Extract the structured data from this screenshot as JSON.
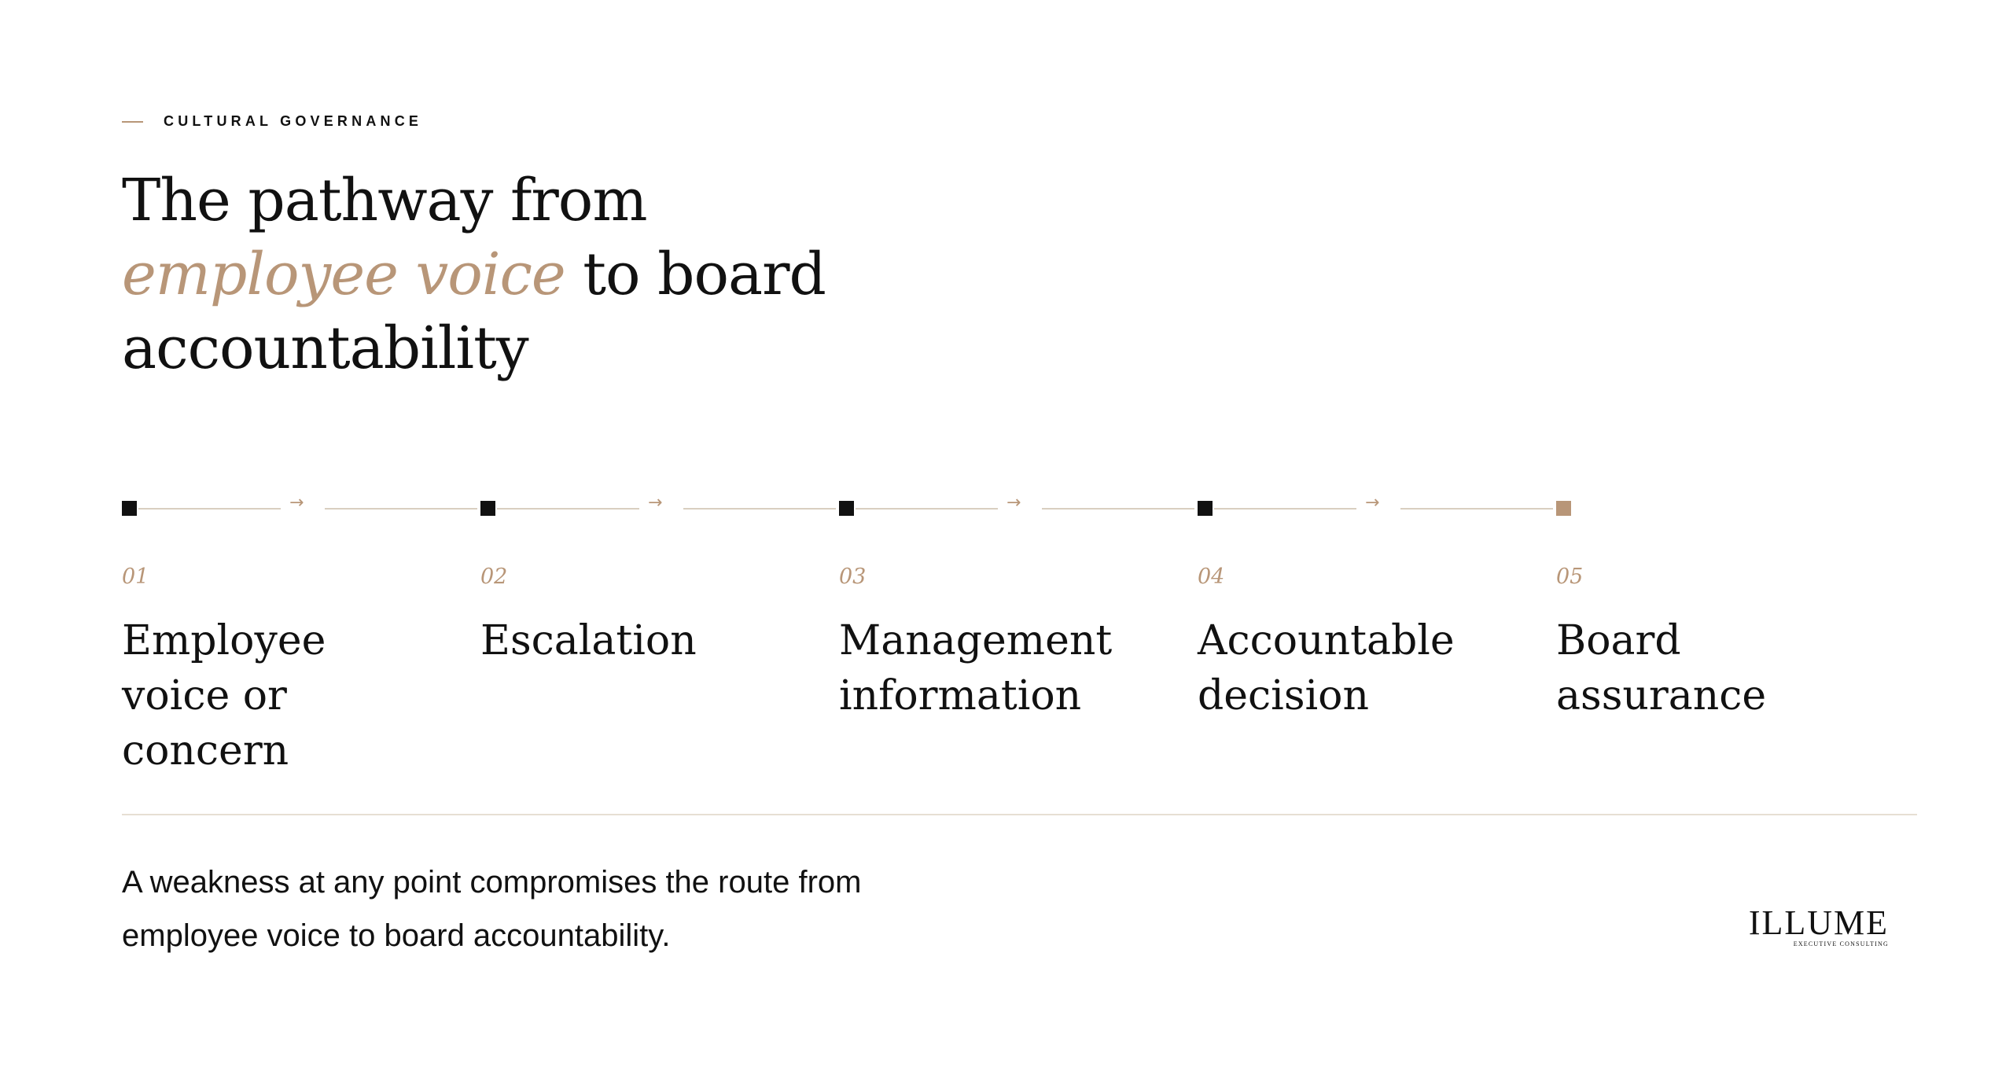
{
  "eyebrow": "CULTURAL GOVERNANCE",
  "headline": {
    "line1": "The pathway from",
    "accent": "employee voice",
    "line2_rest": " to board",
    "line3": "accountability"
  },
  "steps": [
    {
      "num": "01",
      "label": "Employee voice or concern"
    },
    {
      "num": "02",
      "label": "Escalation"
    },
    {
      "num": "03",
      "label": "Management information"
    },
    {
      "num": "04",
      "label": "Accountable decision"
    },
    {
      "num": "05",
      "label": "Board assurance"
    }
  ],
  "arrow_glyph": "→",
  "footnote": "A weakness at any point compromises the route from employee voice to board accountability.",
  "brand": {
    "name": "ILLUME",
    "tagline": "EXECUTIVE CONSULTING"
  },
  "colors": {
    "accent": "#b89678",
    "text": "#111111",
    "rule": "#e6dfd3"
  }
}
